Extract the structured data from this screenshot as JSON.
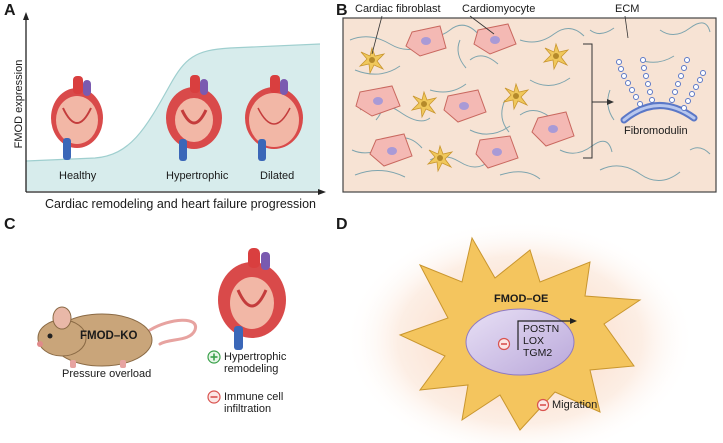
{
  "panels": {
    "A": {
      "letter": "A",
      "ylabel": "FMOD expression",
      "xlabel": "Cardiac remodeling and heart failure progression",
      "stages": [
        "Healthy",
        "Hypertrophic",
        "Dilated"
      ]
    },
    "B": {
      "letter": "B",
      "labels": {
        "fibroblast": "Cardiac fibroblast",
        "cardiomyocyte": "Cardiomyocyte",
        "ecm": "ECM",
        "fibromodulin": "Fibromodulin"
      }
    },
    "C": {
      "letter": "C",
      "mouse_label": "FMOD–KO",
      "condition": "Pressure overload",
      "effects": [
        {
          "sign": "+",
          "text_line1": "Hypertrophic",
          "text_line2": "remodeling"
        },
        {
          "sign": "−",
          "text_line1": "Immune cell",
          "text_line2": "infiltration"
        }
      ]
    },
    "D": {
      "letter": "D",
      "cell_label": "FMOD–OE",
      "genes": [
        "POSTN",
        "LOX",
        "TGM2"
      ],
      "migration": "Migration"
    }
  },
  "colors": {
    "curve_fill": "#d7ecec",
    "ecm_bg": "#f7e3d4",
    "myocyte": "#f4b9b4",
    "nucleus": "#a99ad6",
    "fibroblast": "#f0c85c",
    "mouse": "#c9a57a",
    "cell_d": "#f4c55e",
    "nucleus_d": "#d8cdea",
    "plus": "#3aa14a",
    "minus": "#d9534f"
  },
  "icons": [
    "heart-icon",
    "fibroblast-icon",
    "cardiomyocyte-icon",
    "mouse-icon",
    "plus-icon",
    "minus-icon",
    "arrow-icon"
  ]
}
